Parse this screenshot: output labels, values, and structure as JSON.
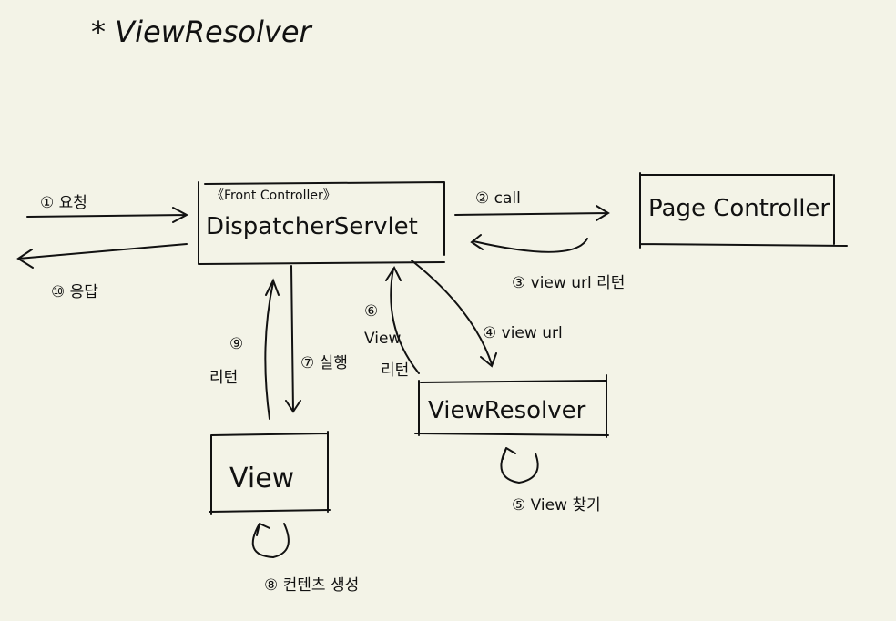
{
  "title": "* ViewResolver",
  "nodes": {
    "dispatcher_stereotype": "《Front Controller》",
    "dispatcher": "DispatcherServlet",
    "page_controller": "Page Controller",
    "view_resolver": "ViewResolver",
    "view": "View"
  },
  "steps": {
    "s1": "① 요청",
    "s2": "② call",
    "s3": "③ view url 리턴",
    "s4": "④ view url",
    "s5": "⑤ View 찾기",
    "s6_num": "⑥",
    "s6_a": "View",
    "s6_b": "리턴",
    "s7": "⑦ 실행",
    "s8": "⑧ 컨텐츠 생성",
    "s9_num": "⑨",
    "s9_b": "리턴",
    "s10": "⑩ 응답"
  }
}
